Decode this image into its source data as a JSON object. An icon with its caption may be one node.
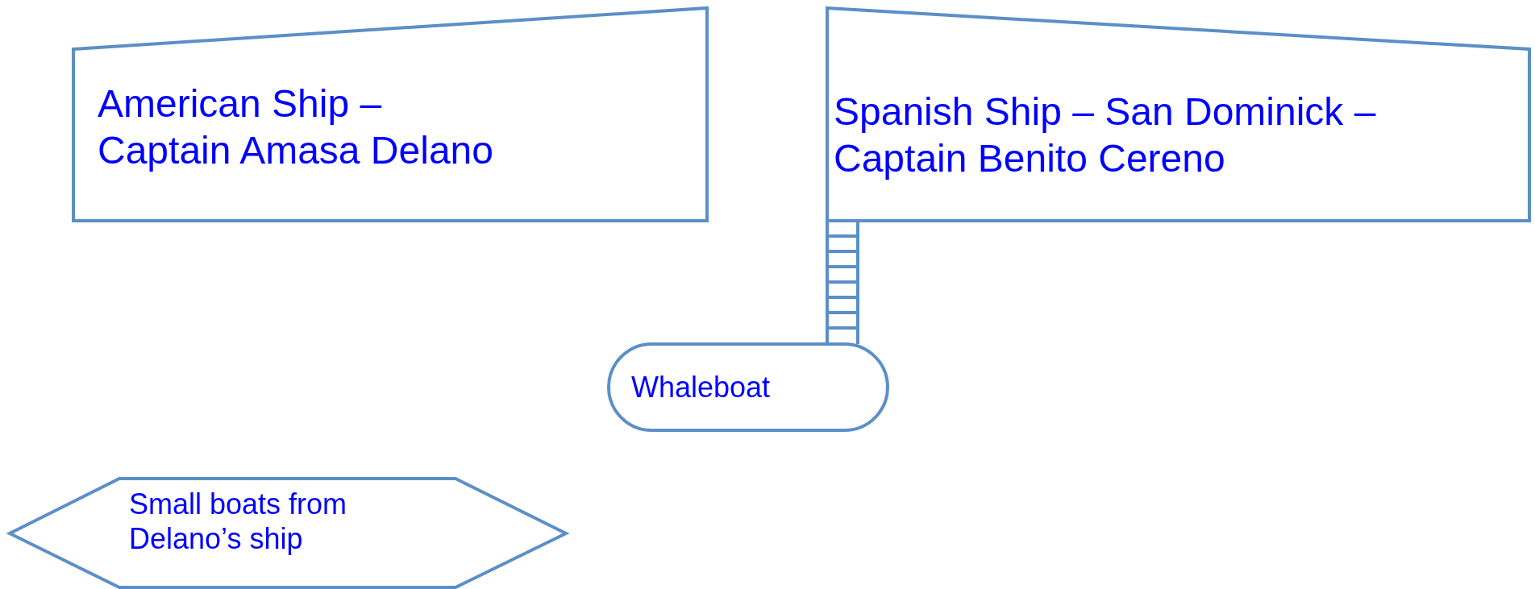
{
  "diagram": {
    "nodes": [
      {
        "text": [
          "American Ship – Captain Amasa Delano"
        ]
      },
      {
        "text": [
          "Spanish Ship – San Dominick – Captain Benito Cereno"
        ]
      },
      {
        "text": [
          "Whaleboat"
        ]
      },
      {
        "text": [
          "Small boats from Delano’s ship"
        ]
      }
    ],
    "edges": [
      {
        "from": 1,
        "to": 2,
        "arrow": "none"
      }
    ]
  }
}
